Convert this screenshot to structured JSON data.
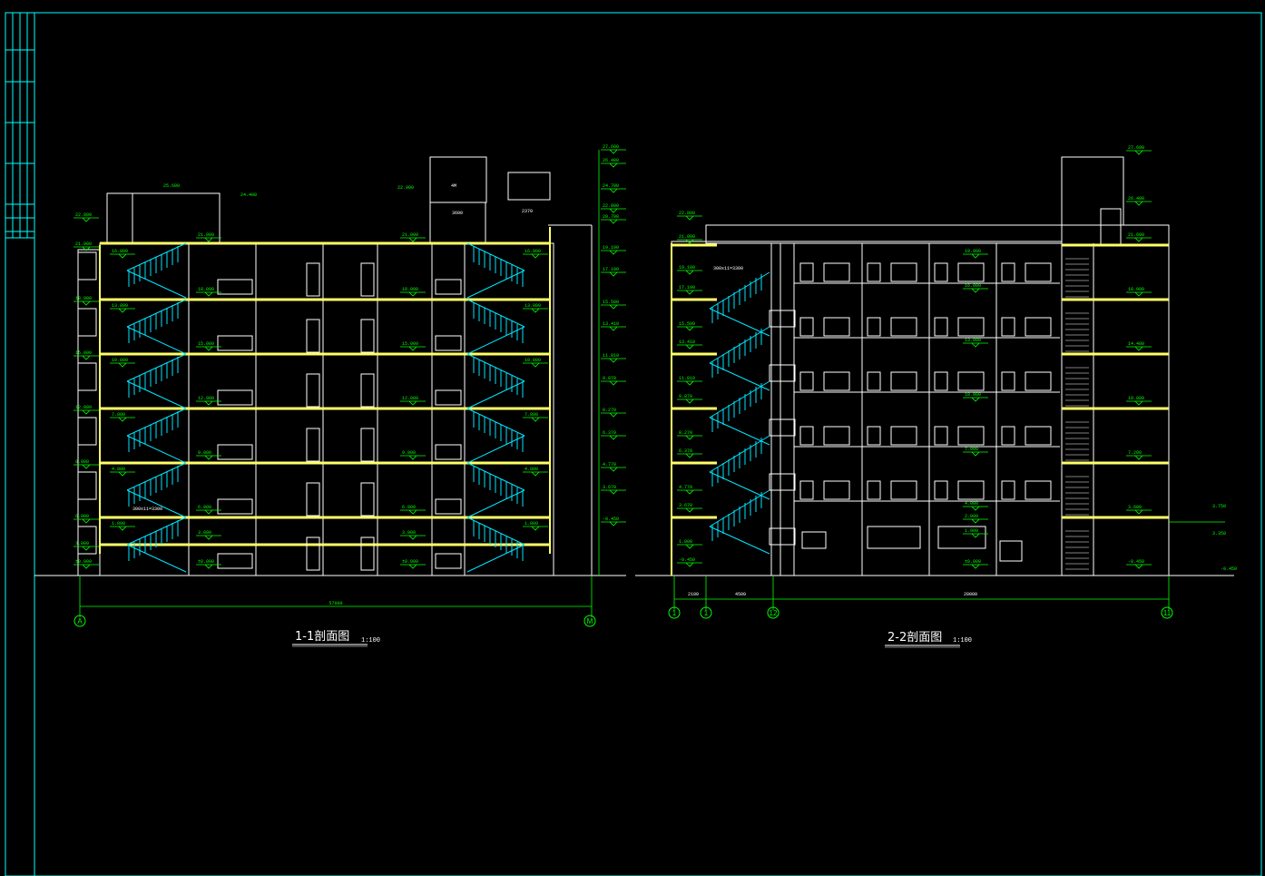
{
  "section_1": {
    "title": "1-1剖面图",
    "scale": "1:100",
    "axes": [
      "A",
      "M"
    ],
    "total_dim": "57000",
    "levels_left": [
      "22.800",
      "21.000",
      "18.000",
      "15.000",
      "12.000",
      "9.000",
      "6.000",
      "3.000",
      "±0.000"
    ],
    "levels_right": [
      "27.600",
      "26.400",
      "24.700",
      "22.800",
      "20.700",
      "19.100",
      "17.100",
      "15.500",
      "13.410",
      "11.810",
      "9.870",
      "8.270",
      "6.370",
      "4.770",
      "3.670",
      "-0.450"
    ],
    "mid_labels": [
      "21.000",
      "18.000",
      "15.000",
      "12.000",
      "9.000",
      "6.000",
      "3.000",
      "±0.000"
    ],
    "stair_labels": [
      "16.800",
      "13.800",
      "10.800",
      "7.800",
      "4.800",
      "1.800"
    ],
    "top_labels": [
      "25.600",
      "24.400",
      "22.900",
      "3600",
      "2370",
      "4M"
    ],
    "note": "300x11=3300"
  },
  "section_2": {
    "title": "2-2剖面图",
    "scale": "1:100",
    "axes": [
      "1",
      "1",
      "12",
      "11"
    ],
    "dims": [
      "2100",
      "4500",
      "20000"
    ],
    "levels_left": [
      "22.800",
      "21.000",
      "19.100",
      "17.100",
      "15.500",
      "13.410",
      "11.810",
      "9.870",
      "8.270",
      "6.370",
      "4.770",
      "3.670",
      "1.800",
      "-0.450"
    ],
    "levels_right": [
      "27.600",
      "26.400",
      "21.600",
      "18.000",
      "14.400",
      "10.800",
      "7.200",
      "3.600",
      "-0.450"
    ],
    "mid_labels": [
      "19.000",
      "16.000",
      "13.000",
      "10.000",
      "7.000",
      "4.000",
      "2.000",
      "1.000",
      "±0.000"
    ],
    "ground_labels": [
      "-0.450",
      "3.750",
      "3.350"
    ],
    "note": "300x11=3300"
  },
  "colors": {
    "frame": "#00ffff",
    "slab": "#ffff66",
    "stair": "#00e5ff",
    "dimension": "#00ff00",
    "line": "#ffffff",
    "background": "#000000"
  }
}
